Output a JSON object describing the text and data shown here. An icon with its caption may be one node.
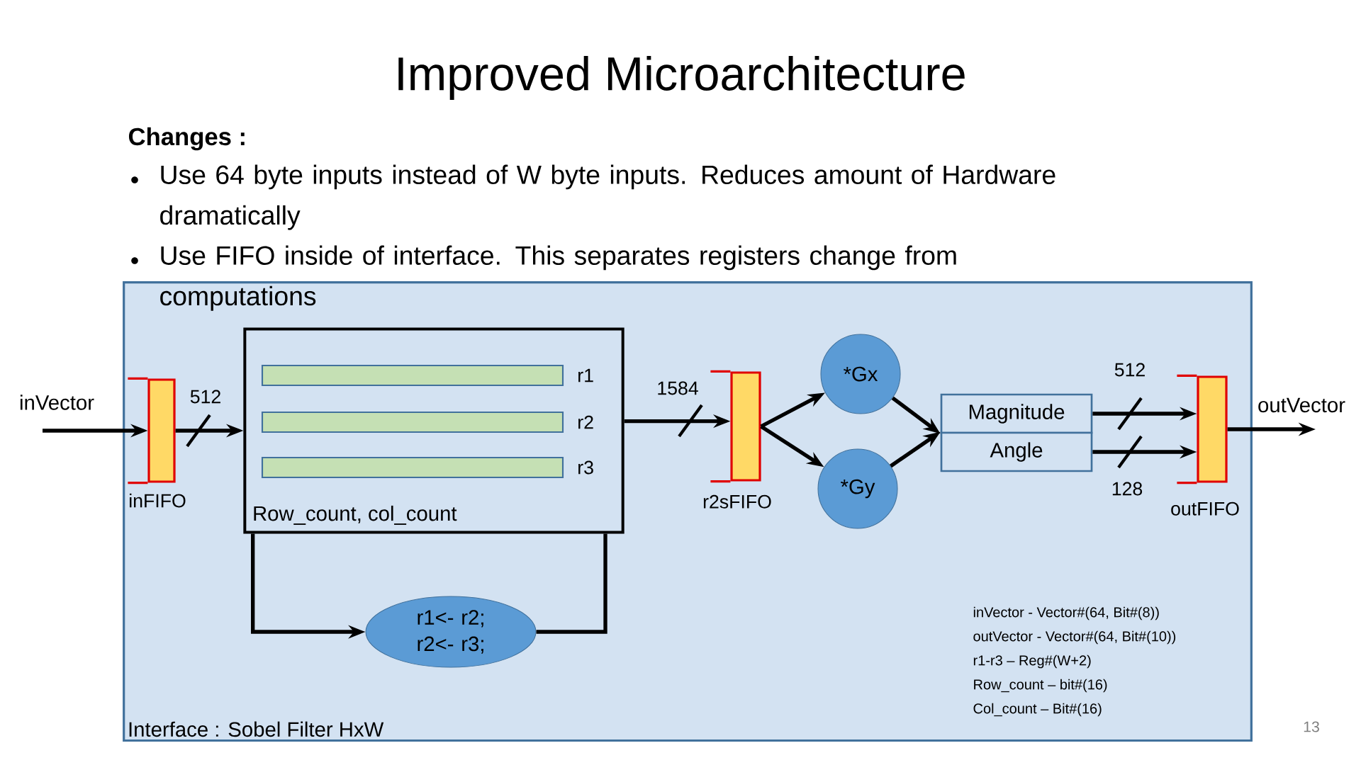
{
  "diagram": {
    "title": "Improved Microarchitecture",
    "nodes": [
      {
        "text": [
          "Interface : Sobel Filter HxW"
        ]
      },
      {
        "text": [],
        "shape": "bar",
        "beside": [
          "inFIFO"
        ],
        "in": 0
      },
      {
        "text": [
          "Row_count, col_count"
        ],
        "in": 0
      },
      {
        "text": [],
        "shape": "bar",
        "beside": [
          "r1"
        ],
        "in": 2
      },
      {
        "text": [],
        "shape": "bar",
        "beside": [
          "r2"
        ],
        "in": 2
      },
      {
        "text": [],
        "shape": "bar",
        "beside": [
          "r3"
        ],
        "in": 2
      },
      {
        "text": [],
        "shape": "bar",
        "beside": [
          "r2sFIFO"
        ],
        "in": 0
      },
      {
        "text": [
          "*Gx"
        ],
        "in": 0
      },
      {
        "text": [
          "*Gy"
        ],
        "in": 0
      },
      {
        "text": [
          "Magnitude"
        ],
        "in": 0
      },
      {
        "text": [
          "Angle"
        ],
        "in": 0
      },
      {
        "text": [],
        "shape": "bar",
        "beside": [
          "outFIFO"
        ],
        "in": 0
      },
      {
        "text": [
          "r1<- r2; r2<- r3;"
        ],
        "in": 0
      }
    ],
    "edges": [
      {
        "from": null,
        "to": 1,
        "arrow": "to",
        "label": "inVector"
      },
      {
        "from": 1,
        "to": 2,
        "arrow": "to",
        "label": "512"
      },
      {
        "from": 2,
        "to": 6,
        "arrow": "to",
        "label": "1584"
      },
      {
        "from": 6,
        "to": 7,
        "arrow": "to"
      },
      {
        "from": 6,
        "to": 8,
        "arrow": "to"
      },
      {
        "from": 7,
        "to": 9,
        "arrow": "to"
      },
      {
        "from": 8,
        "to": 10,
        "arrow": "to"
      },
      {
        "from": 9,
        "to": 11,
        "arrow": "to",
        "label": "512"
      },
      {
        "from": 10,
        "to": 11,
        "arrow": "to",
        "label": "128"
      },
      {
        "from": 11,
        "to": null,
        "arrow": "to",
        "label": "outVector"
      },
      {
        "from": 2,
        "to": 12,
        "arrow": "to"
      },
      {
        "from": 12,
        "to": 2,
        "arrow": "none"
      }
    ],
    "labels": [
      "Changes :",
      "Use 64 byte inputs instead of W byte inputs. Reduces amount of Hardware dramatically",
      "Use FIFO inside of interface. This separates registers change from computations",
      "inVector - Vector#(64, Bit#(8))",
      "outVector - Vector#(64, Bit#(10))",
      "r1-r3 – Reg#(W+2)",
      "Row_count – bit#(16)",
      "Col_count – Bit#(16)",
      "13"
    ]
  }
}
